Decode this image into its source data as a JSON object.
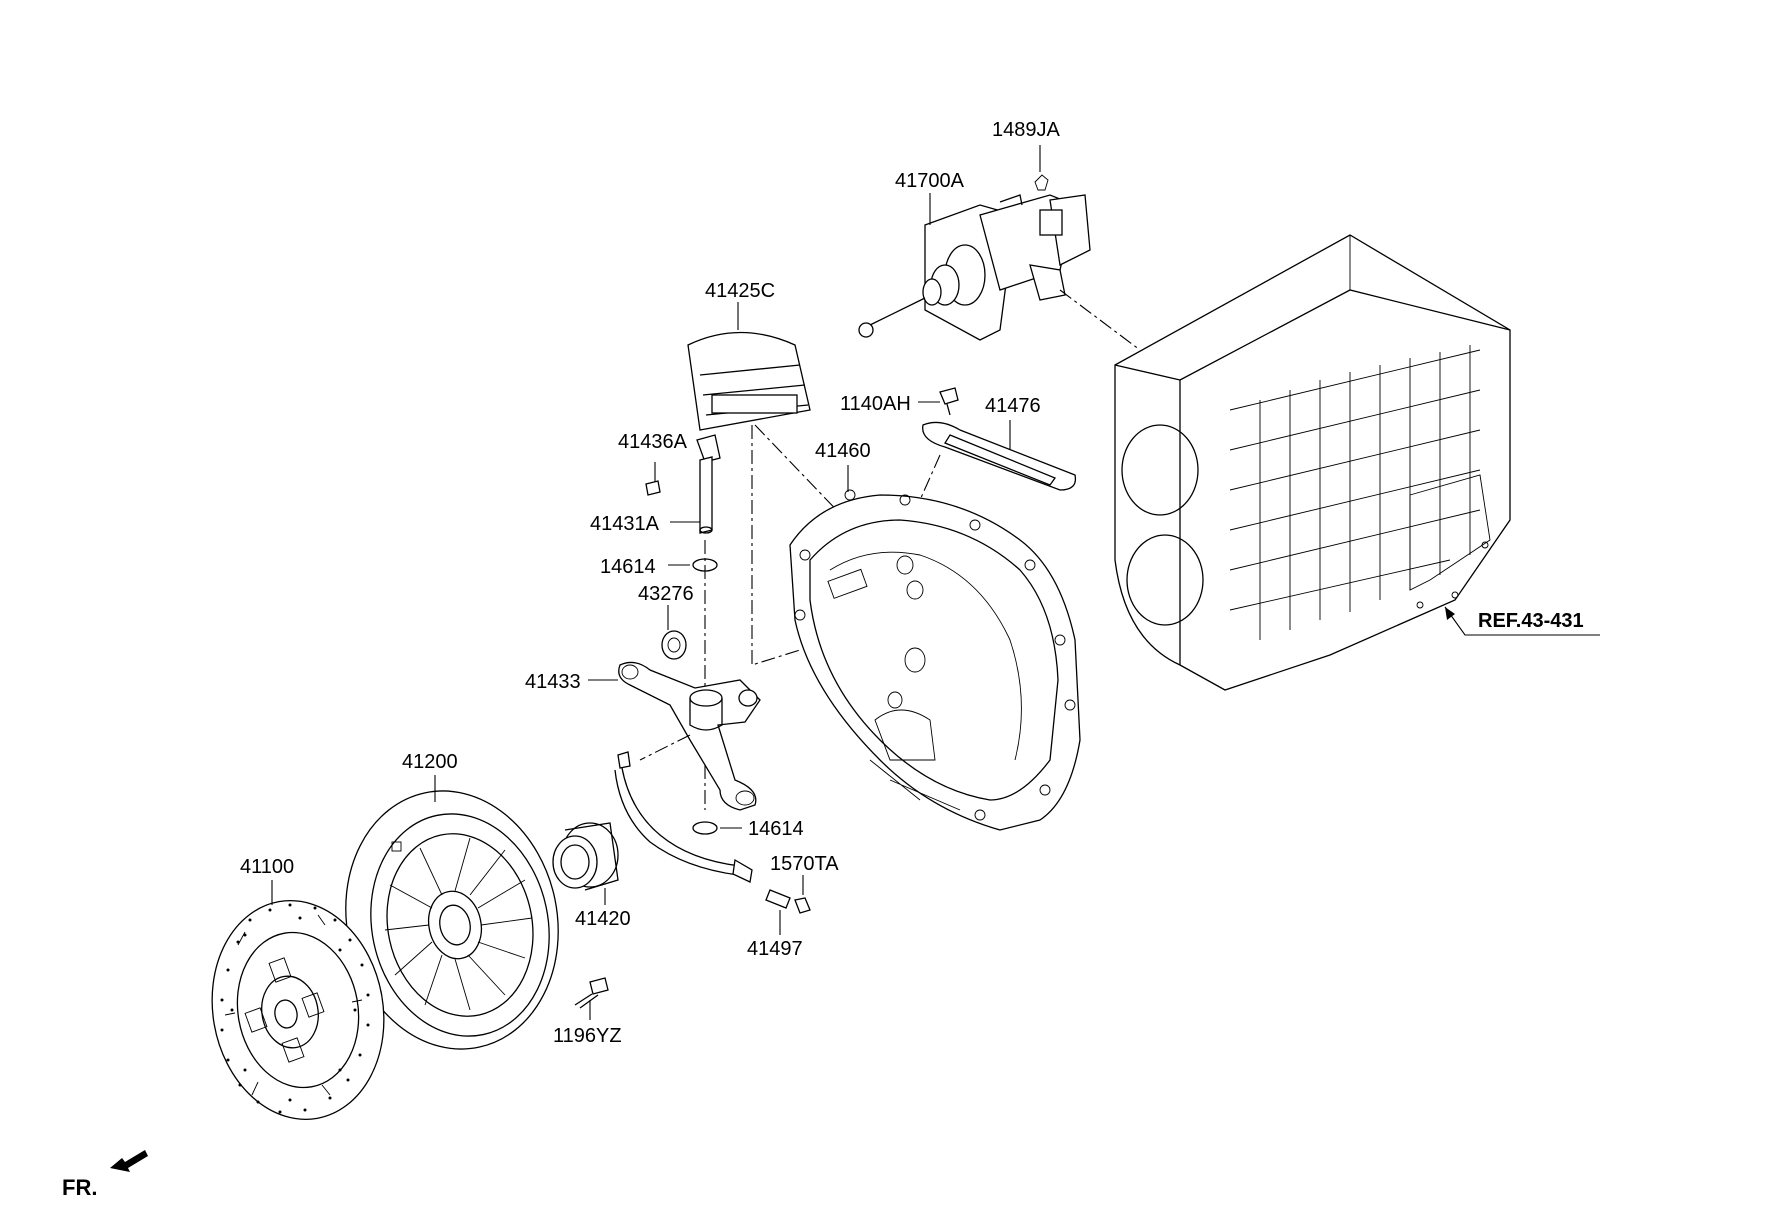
{
  "labels": {
    "p1489JA": "1489JA",
    "p41700A": "41700A",
    "p41425C": "41425C",
    "p1140AH": "1140AH",
    "p41476": "41476",
    "p41436A": "41436A",
    "p41460": "41460",
    "p41431A": "41431A",
    "p14614_top": "14614",
    "p43276": "43276",
    "p41433": "41433",
    "p41200": "41200",
    "p14614_bottom": "14614",
    "p1570TA": "1570TA",
    "p41100": "41100",
    "p41420": "41420",
    "p41497": "41497",
    "p1196YZ": "1196YZ",
    "ref": "REF.43-431",
    "front": "FR."
  },
  "icons": {
    "front_arrow": "front-direction-arrow-icon"
  }
}
